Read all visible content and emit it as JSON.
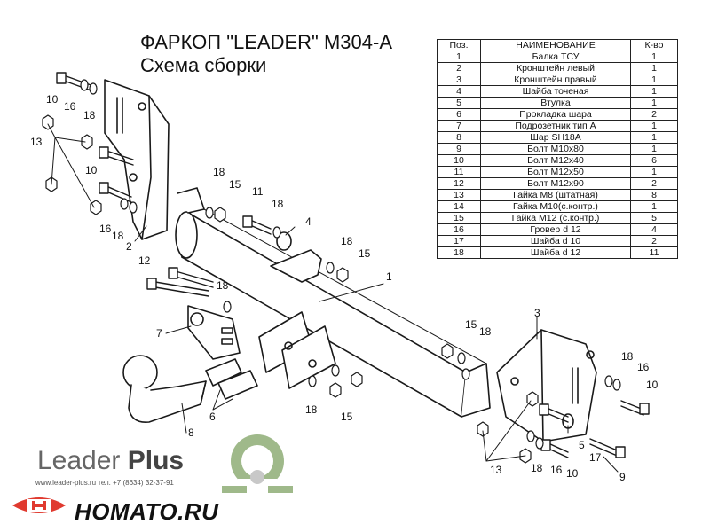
{
  "header": {
    "title": "ФАРКОП \"LEADER\" M304-A",
    "subtitle": "Схема сборки"
  },
  "parts_table": {
    "headers": [
      "Поз.",
      "НАИМЕНОВАНИЕ",
      "К-во"
    ],
    "rows": [
      [
        "1",
        "Балка ТСУ",
        "1"
      ],
      [
        "2",
        "Кронштейн левый",
        "1"
      ],
      [
        "3",
        "Кронштейн правый",
        "1"
      ],
      [
        "4",
        "Шайба точеная",
        "1"
      ],
      [
        "5",
        "Втулка",
        "1"
      ],
      [
        "6",
        "Прокладка шара",
        "2"
      ],
      [
        "7",
        "Подрозетник тип А",
        "1"
      ],
      [
        "8",
        "Шар SH18A",
        "1"
      ],
      [
        "9",
        "Болт М10х80",
        "1"
      ],
      [
        "10",
        "Болт М12х40",
        "6"
      ],
      [
        "11",
        "Болт М12х50",
        "1"
      ],
      [
        "12",
        "Болт М12х90",
        "2"
      ],
      [
        "13",
        "Гайка М8 (штатная)",
        "8"
      ],
      [
        "14",
        "Гайка  М10(с.контр.)",
        "1"
      ],
      [
        "15",
        "Гайка М12 (с.контр.)",
        "5"
      ],
      [
        "16",
        "Гровер d 12",
        "4"
      ],
      [
        "17",
        "Шайба d 10",
        "2"
      ],
      [
        "18",
        "Шайба d 12",
        "11"
      ]
    ]
  },
  "callouts": {
    "l1": "1",
    "l2": "2",
    "l3": "3",
    "l4": "4",
    "l5": "5",
    "l6": "6",
    "l7": "7",
    "l8": "8",
    "l9": "9",
    "l10a": "10",
    "l10b": "10",
    "l10c": "10",
    "l10d": "10",
    "l11": "11",
    "l12": "12",
    "l13a": "13",
    "l13b": "13",
    "l15a": "15",
    "l15b": "15",
    "l15c": "15",
    "l15d": "15",
    "l16a": "16",
    "l16b": "16",
    "l16c": "16",
    "l16d": "16",
    "l17": "17",
    "l18a": "18",
    "l18b": "18",
    "l18c": "18",
    "l18d": "18",
    "l18e": "18",
    "l18f": "18",
    "l18g": "18",
    "l18h": "18",
    "l18i": "18",
    "l18j": "18"
  },
  "footer": {
    "brand_light": "Leader ",
    "brand_bold": "Plus",
    "contact": "www.leader-plus.ru    тел. +7 (8634) 32-37-91",
    "site": "HOMATO.RU"
  },
  "colors": {
    "logo_green": "#9fb98a",
    "logo_red": "#e03a2f",
    "line": "#1a1a1a"
  }
}
